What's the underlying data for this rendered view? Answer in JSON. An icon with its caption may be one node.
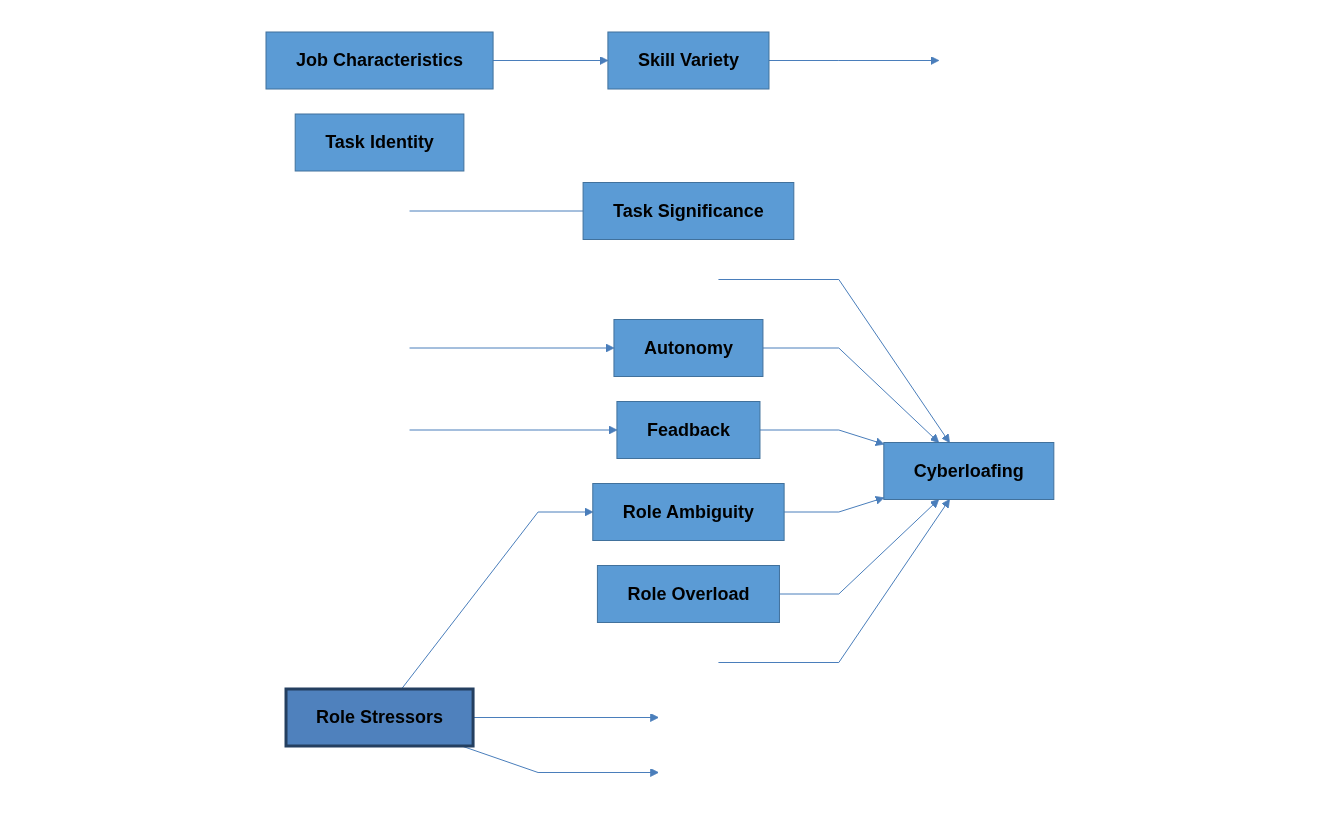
{
  "diagram": {
    "nodes": [
      {
        "text": [
          "Job Characteristics"
        ]
      },
      {
        "text": [
          "Skill Variety"
        ]
      },
      {
        "text": [
          "Task Identity"
        ]
      },
      {
        "text": [
          "Task Significance"
        ]
      },
      {
        "text": [
          "Autonomy"
        ]
      },
      {
        "text": [
          "Feadback"
        ]
      },
      {
        "text": [
          "Role Ambiguity"
        ]
      },
      {
        "text": [
          "Role Overload"
        ]
      },
      {
        "text": [
          "Role Stressors"
        ]
      },
      {
        "text": [
          "Cyberloafing"
        ]
      }
    ],
    "edges": [
      {
        "from": 0,
        "to": 1,
        "arrow": "to"
      },
      {
        "from": 1,
        "to": null,
        "arrow": "to"
      },
      {
        "from": null,
        "to": 3,
        "arrow": "none"
      },
      {
        "from": null,
        "to": 4,
        "arrow": "to"
      },
      {
        "from": null,
        "to": 5,
        "arrow": "to"
      },
      {
        "from": null,
        "to": 9,
        "arrow": "to"
      },
      {
        "from": 4,
        "to": 9,
        "arrow": "to"
      },
      {
        "from": 5,
        "to": 9,
        "arrow": "to"
      },
      {
        "from": 6,
        "to": 9,
        "arrow": "to"
      },
      {
        "from": 7,
        "to": 9,
        "arrow": "to"
      },
      {
        "from": null,
        "to": 9,
        "arrow": "to"
      },
      {
        "from": 8,
        "to": 6,
        "arrow": "to"
      },
      {
        "from": 8,
        "to": null,
        "arrow": "to"
      },
      {
        "from": 8,
        "to": null,
        "arrow": "to"
      }
    ]
  }
}
